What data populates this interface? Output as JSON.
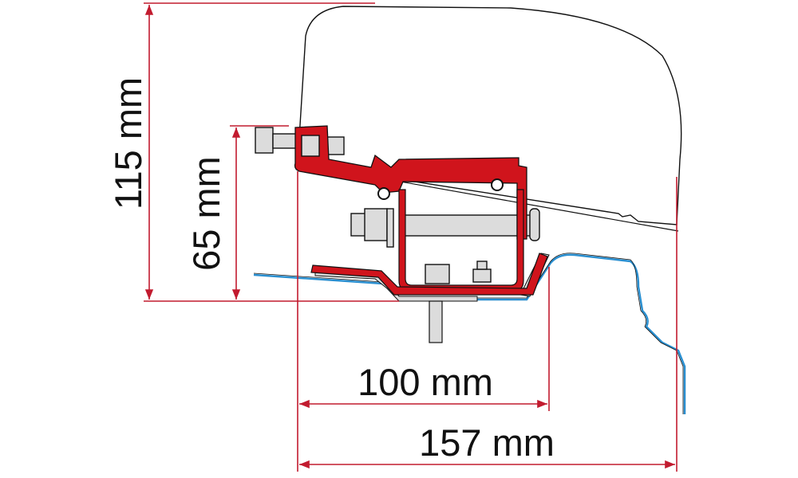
{
  "dimensions": {
    "total_height": "115 mm",
    "adapter_height": "65 mm",
    "rail_width": "100 mm",
    "total_width": "157 mm"
  },
  "colors": {
    "dimension_line": "#c21b2f",
    "adapter": "#d0141c",
    "roof": "#2a8fd0",
    "hardware": "#dcdcdc"
  }
}
